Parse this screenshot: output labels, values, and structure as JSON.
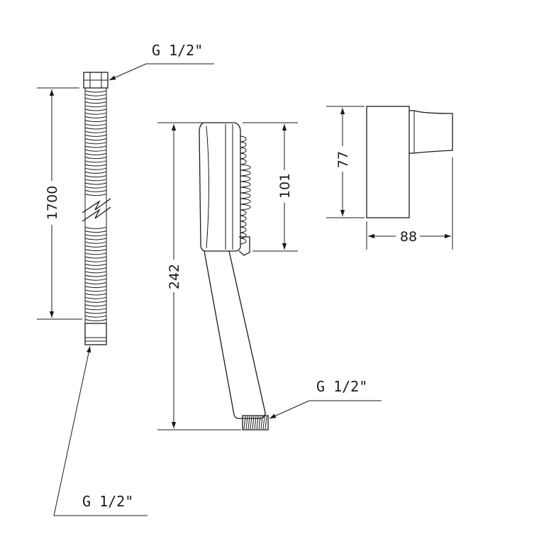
{
  "hose": {
    "top_thread_label": "G 1/2\"",
    "bottom_thread_label": "G 1/2\"",
    "length_dim": "1700"
  },
  "hand_shower": {
    "thread_label": "G 1/2\"",
    "length_dim": "242",
    "head_dim": "101"
  },
  "holder": {
    "height_dim": "77",
    "depth_dim": "88"
  }
}
